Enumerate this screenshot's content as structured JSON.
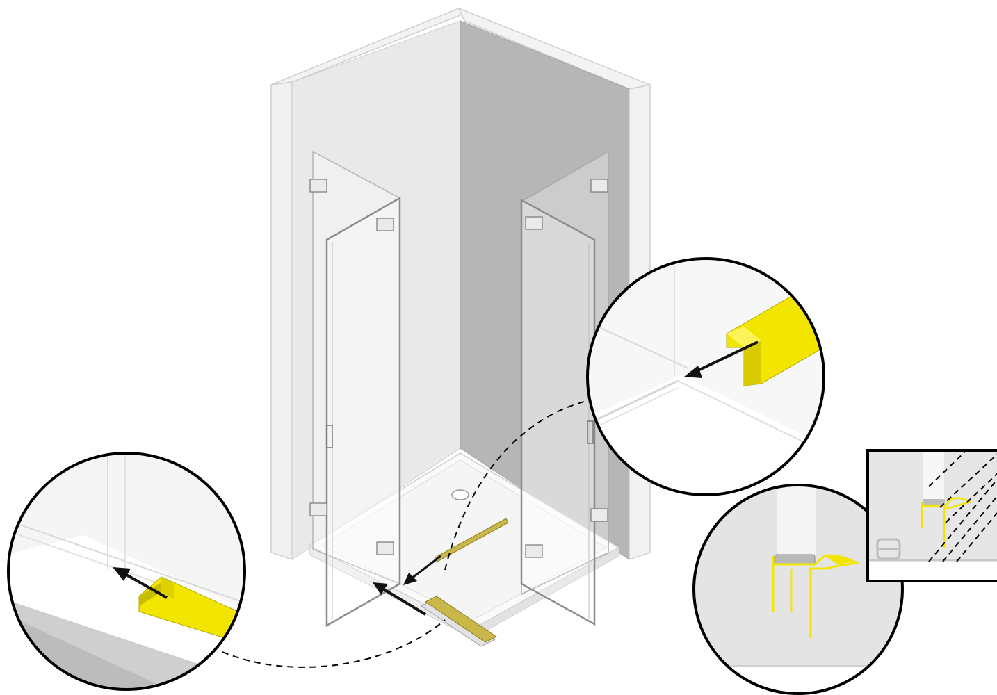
{
  "colors": {
    "wall_light": "#e6e6e6",
    "wall_dark": "#b3b3b3",
    "wall_edge": "#f2f2f2",
    "floor": "#f7f7f7",
    "glass_frame": "#8c8c8c",
    "seal_yellow": "#f2e600",
    "seal_gold": "#b8a43a",
    "arrow": "#111111",
    "outline": "#000000",
    "detail_grey": "#c8c8c8"
  },
  "icons": [
    "wall-corner",
    "shower-tray",
    "glass-door-left",
    "glass-door-right",
    "hinge",
    "handle",
    "drain",
    "seal-strip",
    "detail-magnifier",
    "profile-section",
    "insertion-arrow"
  ]
}
